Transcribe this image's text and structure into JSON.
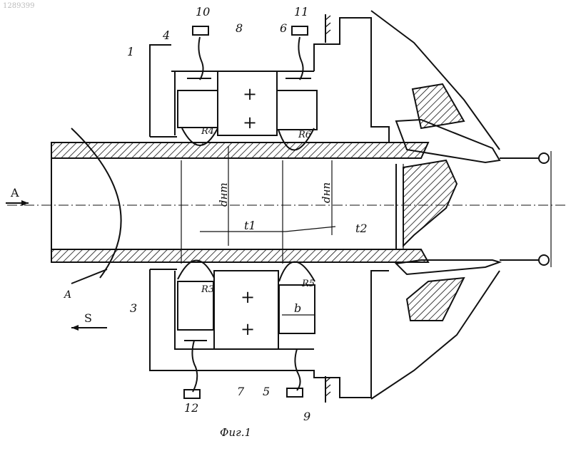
{
  "watermark": "1289399",
  "caption": "Фиг.1",
  "labels": {
    "part_1": "1",
    "part_3": "3",
    "part_4": "4",
    "part_5": "5",
    "part_6": "6",
    "part_7": "7",
    "part_8": "8",
    "part_9": "9",
    "part_10": "10",
    "part_11": "11",
    "part_12": "12",
    "r4": "R4",
    "r6": "R6",
    "r3": "R3",
    "r5": "R5",
    "d_top": "dнт",
    "d_right": "dнп",
    "t1": "t1",
    "t2": "t2",
    "b": "b",
    "a_arrow": "A",
    "a_section": "A",
    "s": "S"
  }
}
